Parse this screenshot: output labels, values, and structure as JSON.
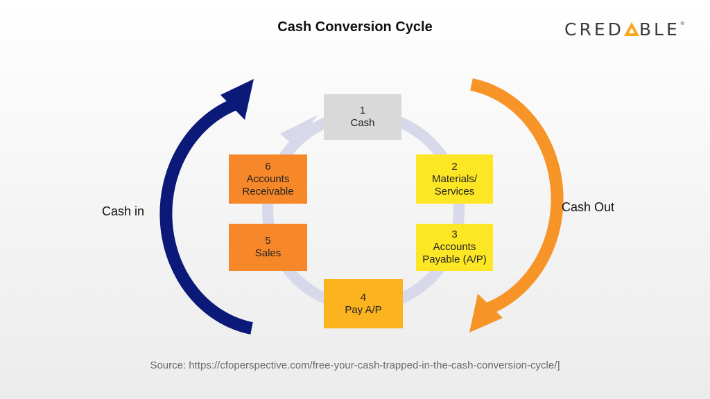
{
  "title": "Cash Conversion Cycle",
  "logo": {
    "text_before": "CRED",
    "text_after": "BLE",
    "reg_mark": "®",
    "accent_color": "#f7a823"
  },
  "steps": [
    {
      "number": "1",
      "label": "Cash",
      "color": "#d9d9d9"
    },
    {
      "number": "2",
      "label": "Materials/ Services",
      "color": "#fde725"
    },
    {
      "number": "3",
      "label": "Accounts Payable (A/P)",
      "color": "#fde725"
    },
    {
      "number": "4",
      "label": "Pay A/P",
      "color": "#fbb31f"
    },
    {
      "number": "5",
      "label": "Sales",
      "color": "#f7882a"
    },
    {
      "number": "6",
      "label": "Accounts Receivable",
      "color": "#f7882a"
    }
  ],
  "cash_in": {
    "label": "Cash in",
    "color": "#0b1a78"
  },
  "cash_out": {
    "label": "Cash Out",
    "color": "#f79428"
  },
  "cycle_ring_color": "#d7d9ea",
  "source": "Source: https://cfoperspective.com/free-your-cash-trapped-in-the-cash-conversion-cycle/]"
}
